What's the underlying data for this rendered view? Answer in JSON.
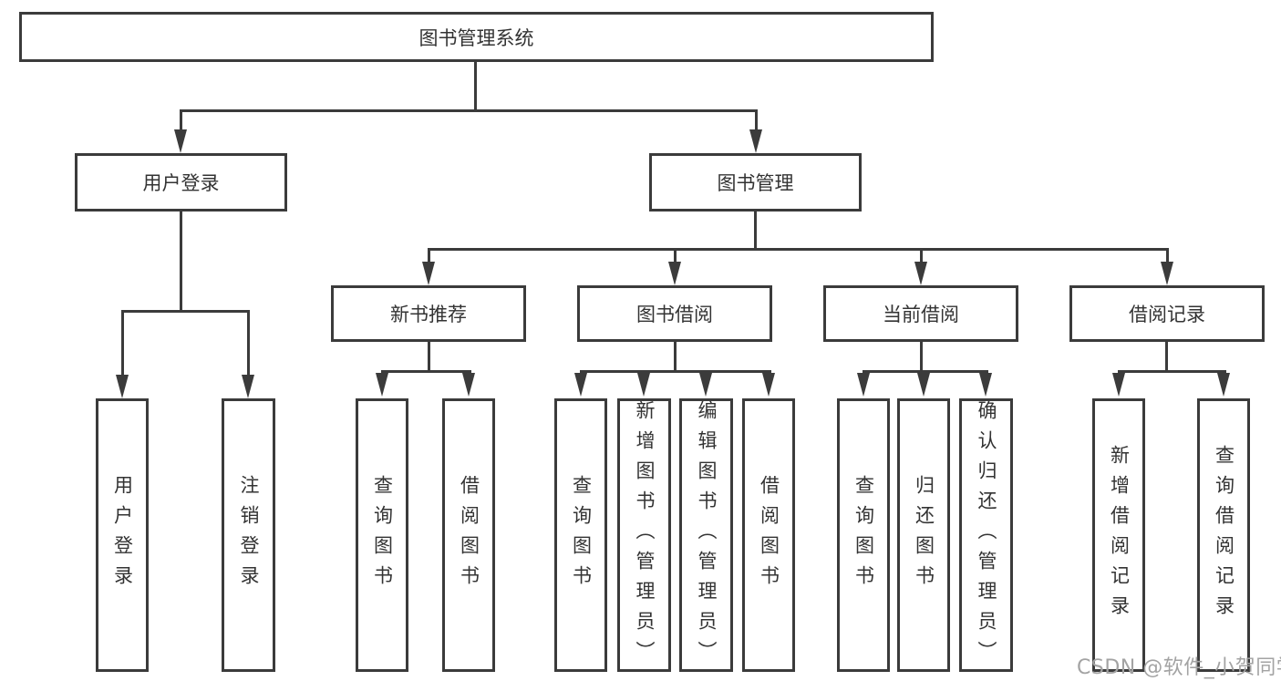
{
  "diagram": {
    "title": "图书管理系统",
    "branches": [
      {
        "label": "用户登录",
        "children": [
          {
            "label": "用户登录"
          },
          {
            "label": "注销登录"
          }
        ]
      },
      {
        "label": "图书管理",
        "children": [
          {
            "label": "新书推荐",
            "children": [
              {
                "label": "查询图书"
              },
              {
                "label": "借阅图书"
              }
            ]
          },
          {
            "label": "图书借阅",
            "children": [
              {
                "label": "查询图书"
              },
              {
                "label": "新增图书（管理员）"
              },
              {
                "label": "编辑图书（管理员）"
              },
              {
                "label": "借阅图书"
              }
            ]
          },
          {
            "label": "当前借阅",
            "children": [
              {
                "label": "查询图书"
              },
              {
                "label": "归还图书"
              },
              {
                "label": "确认归还（管理员）"
              }
            ]
          },
          {
            "label": "借阅记录",
            "children": [
              {
                "label": "新增借阅记录"
              },
              {
                "label": "查询借阅记录"
              }
            ]
          }
        ]
      }
    ]
  },
  "watermark": {
    "text": "CSDN @软件_小贺同学"
  },
  "colors": {
    "line": "#3b3b3b",
    "text": "#333333",
    "background": "#ffffff",
    "watermark": "#a3a3a3"
  }
}
